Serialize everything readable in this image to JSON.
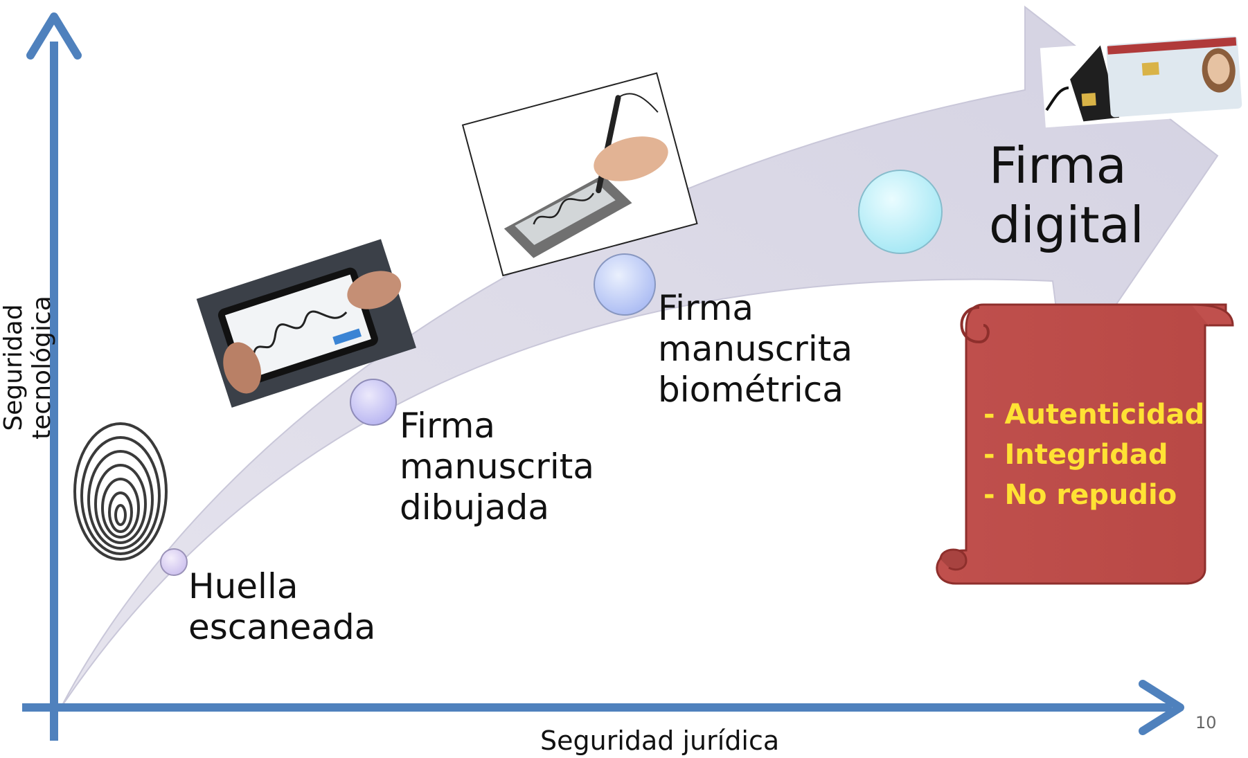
{
  "axes": {
    "y_label": "Seguridad tecnológica",
    "x_label": "Seguridad jurídica"
  },
  "stages": [
    {
      "line1": "Huella",
      "line2": "escaneada"
    },
    {
      "line1": "Firma",
      "line2": "manuscrita",
      "line3": "dibujada"
    },
    {
      "line1": "Firma",
      "line2": "manuscrita",
      "line3": "biométrica"
    },
    {
      "line1": "Firma",
      "line2": "digital"
    }
  ],
  "scroll_items": [
    "- Autenticidad",
    "- Integridad",
    "- No repudio"
  ],
  "page_number": "10",
  "colors": {
    "axis": "#4f81bd",
    "arrow_band": "#dcdae8",
    "scroll": "#c0504d",
    "scroll_dark": "#8e2f2c",
    "scroll_text": "#ffe234",
    "title_fragment": "#e0187b"
  },
  "icons": {
    "stage1": "fingerprint-icon",
    "stage2": "phone-signature-photo",
    "stage3": "signature-pad-photo",
    "stage4": "dni-card-reader-photo"
  }
}
